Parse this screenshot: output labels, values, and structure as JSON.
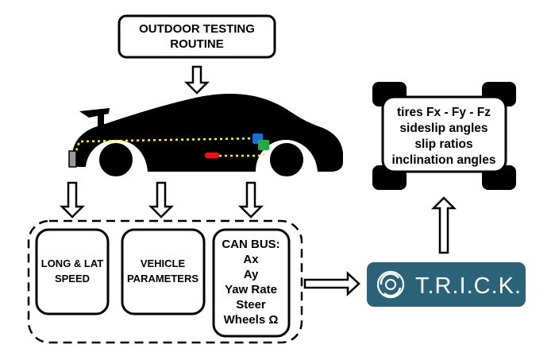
{
  "title_box": {
    "line1": "OUTDOOR TESTING",
    "line2": "ROUTINE"
  },
  "inputs": {
    "speed": {
      "line1": "LONG & LAT",
      "line2": "SPEED"
    },
    "vehicle": {
      "line1": "VEHICLE",
      "line2": "PARAMETERS"
    },
    "canbus": {
      "lines": [
        "CAN BUS:",
        "Ax",
        "Ay",
        "Yaw Rate",
        "Steer",
        "Wheels Ω"
      ]
    }
  },
  "trick": {
    "label": "T.R.I.C.K.",
    "bg_color": "#2b6378"
  },
  "outputs": {
    "lines": [
      "tires Fx - Fy - Fz",
      "sideslip angles",
      "slip ratios",
      "inclination angles"
    ]
  },
  "sensor_colors": {
    "dotted_line": "#ffff00",
    "red_sensor": "#ee1111",
    "blue_sensor": "#1a6fd1",
    "green_sensor": "#22aa44",
    "gray_sensor": "#9a9a9a"
  }
}
